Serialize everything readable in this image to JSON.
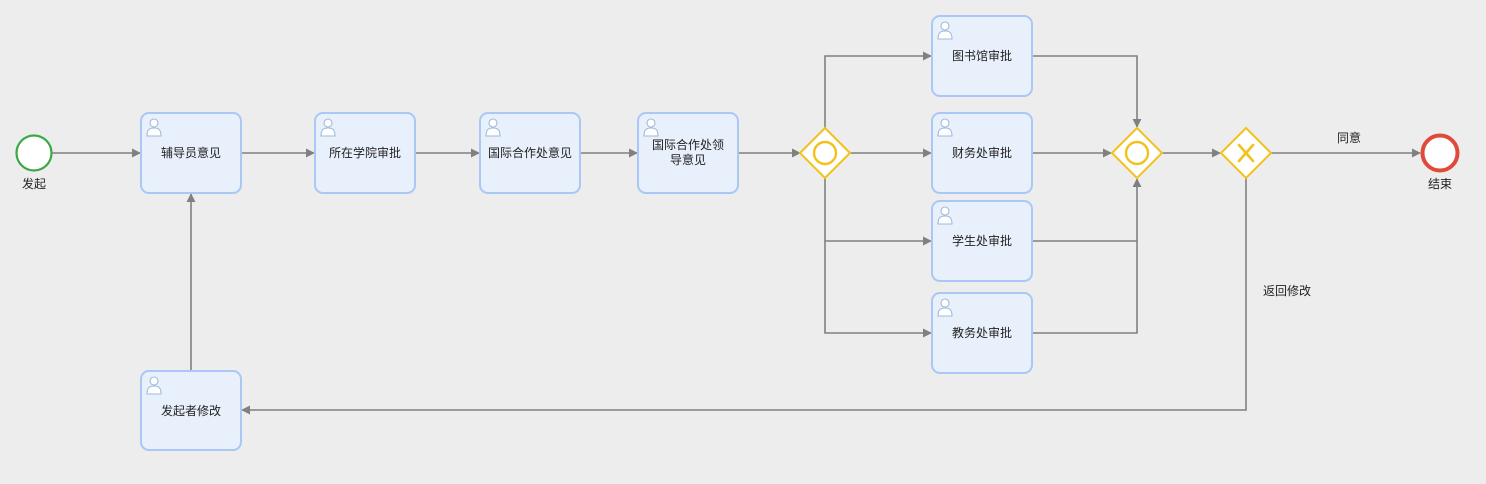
{
  "colors": {
    "background": "#ededed",
    "task_fill": "#e8f0fb",
    "task_stroke": "#a9c8f5",
    "start_stroke": "#3aa845",
    "end_stroke": "#e04a3b",
    "gateway_stroke": "#f2c21b",
    "flow": "#808080",
    "user_icon": "#9fb9dd"
  },
  "events": {
    "start": {
      "label": "发起"
    },
    "end": {
      "label": "结束"
    }
  },
  "tasks": {
    "counselor": {
      "label": "辅导员意见"
    },
    "college": {
      "label": "所在学院审批"
    },
    "intl_office": {
      "label": "国际合作处意见"
    },
    "intl_leader_line1": {
      "label": "国际合作处领"
    },
    "intl_leader_line2": {
      "label": "导意见"
    },
    "library": {
      "label": "图书馆审批"
    },
    "finance": {
      "label": "财务处审批"
    },
    "student_affairs": {
      "label": "学生处审批"
    },
    "academic_affairs": {
      "label": "教务处审批"
    },
    "initiator_modify": {
      "label": "发起者修改"
    }
  },
  "gateways": {
    "fork": {
      "type": "inclusive"
    },
    "join": {
      "type": "inclusive"
    },
    "decision": {
      "type": "exclusive"
    }
  },
  "flows": {
    "agree": {
      "label": "同意"
    },
    "return": {
      "label": "返回修改"
    }
  }
}
